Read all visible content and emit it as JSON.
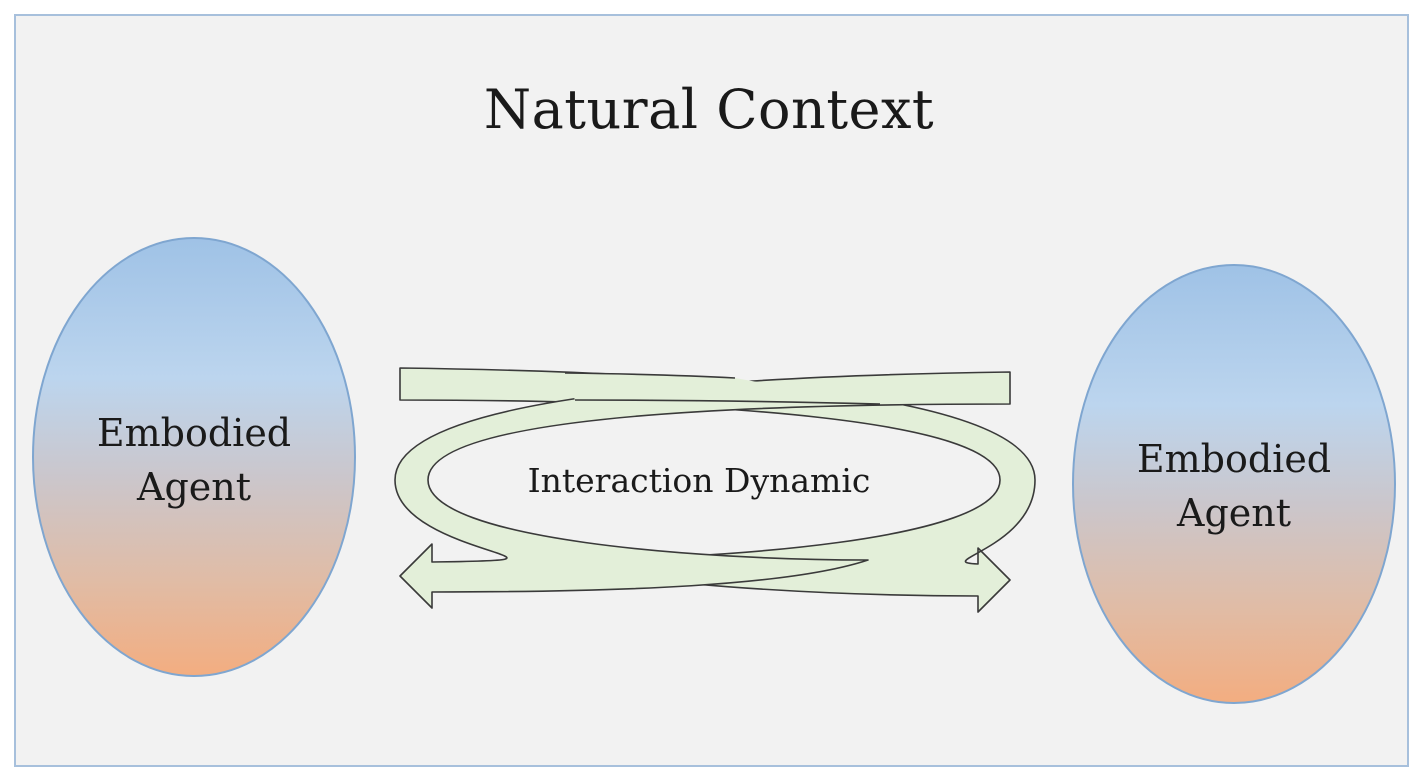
{
  "diagram": {
    "title": "Natural Context",
    "center_label": "Interaction Dynamic",
    "agent_left": {
      "line1": "Embodied",
      "line2": "Agent"
    },
    "agent_right": {
      "line1": "Embodied",
      "line2": "Agent"
    }
  },
  "colors": {
    "background": "#f2f2f2",
    "frame_border": "#a7c0dc",
    "agent_top": "#9fc2e6",
    "agent_mid": "#c9c9d0",
    "agent_bottom": "#f2b084",
    "agent_outline": "#7fa6d0",
    "arrow_fill": "#e3efd9",
    "arrow_stroke": "#3a3a3a"
  }
}
